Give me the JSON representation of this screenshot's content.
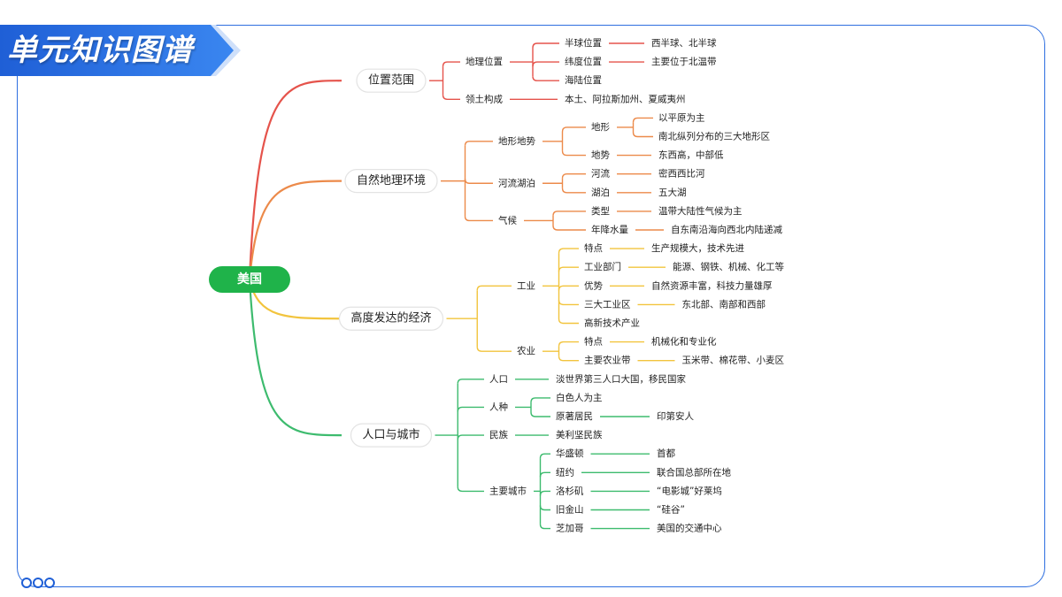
{
  "header": {
    "title": "单元知识图谱"
  },
  "mindmap": {
    "root": "美国",
    "branches": [
      {
        "label": "位置范围",
        "color": "#e5534b",
        "children": [
          {
            "label": "地理位置",
            "children": [
              {
                "label": "半球位置",
                "children": [
                  {
                    "label": "西半球、北半球"
                  }
                ]
              },
              {
                "label": "纬度位置",
                "children": [
                  {
                    "label": "主要位于北温带"
                  }
                ]
              },
              {
                "label": "海陆位置"
              }
            ]
          },
          {
            "label": "领土构成",
            "children": [
              {
                "label": "本土、阿拉斯加州、夏威夷州"
              }
            ]
          }
        ]
      },
      {
        "label": "自然地理环境",
        "color": "#ec8a4a",
        "children": [
          {
            "label": "地形地势",
            "children": [
              {
                "label": "地形",
                "children": [
                  {
                    "label": "以平原为主"
                  },
                  {
                    "label": "南北纵列分布的三大地形区"
                  }
                ]
              },
              {
                "label": "地势",
                "children": [
                  {
                    "label": "东西高，中部低"
                  }
                ]
              }
            ]
          },
          {
            "label": "河流湖泊",
            "children": [
              {
                "label": "河流",
                "children": [
                  {
                    "label": "密西西比河"
                  }
                ]
              },
              {
                "label": "湖泊",
                "children": [
                  {
                    "label": "五大湖"
                  }
                ]
              }
            ]
          },
          {
            "label": "气候",
            "children": [
              {
                "label": "类型",
                "children": [
                  {
                    "label": "温带大陆性气候为主"
                  }
                ]
              },
              {
                "label": "年降水量",
                "children": [
                  {
                    "label": "自东南沿海向西北内陆递减"
                  }
                ]
              }
            ]
          }
        ]
      },
      {
        "label": "高度发达的经济",
        "color": "#f2c43d",
        "children": [
          {
            "label": "工业",
            "children": [
              {
                "label": "特点",
                "children": [
                  {
                    "label": "生产规模大，技术先进"
                  }
                ]
              },
              {
                "label": "工业部门",
                "children": [
                  {
                    "label": "能源、钢铁、机械、化工等"
                  }
                ]
              },
              {
                "label": "优势",
                "children": [
                  {
                    "label": "自然资源丰富，科技力量雄厚"
                  }
                ]
              },
              {
                "label": "三大工业区",
                "children": [
                  {
                    "label": "东北部、南部和西部"
                  }
                ]
              },
              {
                "label": "高新技术产业"
              }
            ]
          },
          {
            "label": "农业",
            "children": [
              {
                "label": "特点",
                "children": [
                  {
                    "label": "机械化和专业化"
                  }
                ]
              },
              {
                "label": "主要农业带",
                "children": [
                  {
                    "label": "玉米带、棉花带、小麦区"
                  }
                ]
              }
            ]
          }
        ]
      },
      {
        "label": "人口与城市",
        "color": "#3dbb6e",
        "children": [
          {
            "label": "人口",
            "children": [
              {
                "label": "淡世界第三人口大国，移民国家"
              }
            ]
          },
          {
            "label": "人种",
            "children": [
              {
                "label": "白色人为主"
              },
              {
                "label": "原著居民",
                "children": [
                  {
                    "label": "印第安人"
                  }
                ]
              }
            ]
          },
          {
            "label": "民族",
            "children": [
              {
                "label": "美利坚民族"
              }
            ]
          },
          {
            "label": "主要城市",
            "children": [
              {
                "label": "华盛顿",
                "children": [
                  {
                    "label": "首都"
                  }
                ]
              },
              {
                "label": "纽约",
                "children": [
                  {
                    "label": "联合国总部所在地"
                  }
                ]
              },
              {
                "label": "洛杉矶",
                "children": [
                  {
                    "label": "“电影城”好莱坞"
                  }
                ]
              },
              {
                "label": "旧金山",
                "children": [
                  {
                    "label": "“硅谷”"
                  }
                ]
              },
              {
                "label": "芝加哥",
                "children": [
                  {
                    "label": "美国的交通中心"
                  }
                ]
              }
            ]
          }
        ]
      }
    ]
  }
}
